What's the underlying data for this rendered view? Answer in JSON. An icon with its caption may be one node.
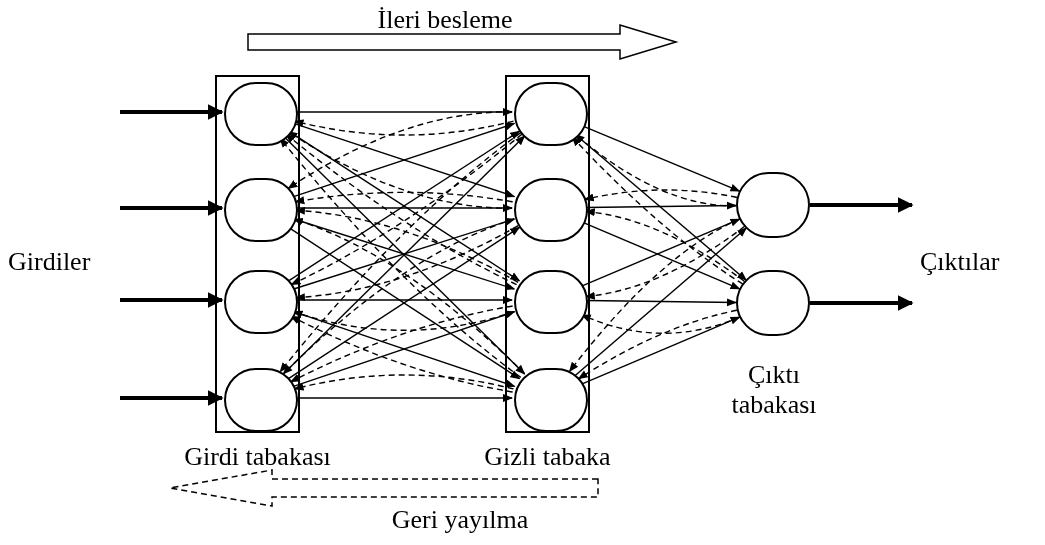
{
  "diagram": {
    "nodes": [
      {
        "text": [
          "Girdi tabakası"
        ]
      },
      {
        "text": [],
        "shape": "circle",
        "in": 0
      },
      {
        "text": [],
        "shape": "circle",
        "in": 0
      },
      {
        "text": [],
        "shape": "circle",
        "in": 0
      },
      {
        "text": [],
        "shape": "circle",
        "in": 0
      },
      {
        "text": [
          "Gizli tabaka"
        ]
      },
      {
        "text": [],
        "shape": "circle",
        "in": 5
      },
      {
        "text": [],
        "shape": "circle",
        "in": 5
      },
      {
        "text": [],
        "shape": "circle",
        "in": 5
      },
      {
        "text": [],
        "shape": "circle",
        "in": 5
      },
      {
        "text": [],
        "shape": "circle"
      },
      {
        "text": [],
        "shape": "circle"
      }
    ],
    "edges": [
      {
        "from": null,
        "to": 1,
        "arrow": "to",
        "style": "thick"
      },
      {
        "from": null,
        "to": 2,
        "arrow": "to",
        "style": "thick"
      },
      {
        "from": null,
        "to": 3,
        "arrow": "to",
        "style": "thick"
      },
      {
        "from": null,
        "to": 4,
        "arrow": "to",
        "style": "thick"
      },
      {
        "from": 1,
        "to": 6,
        "arrow": "to"
      },
      {
        "from": 1,
        "to": 7,
        "arrow": "to"
      },
      {
        "from": 1,
        "to": 8,
        "arrow": "to"
      },
      {
        "from": 1,
        "to": 9,
        "arrow": "to"
      },
      {
        "from": 2,
        "to": 6,
        "arrow": "to"
      },
      {
        "from": 2,
        "to": 7,
        "arrow": "to"
      },
      {
        "from": 2,
        "to": 8,
        "arrow": "to"
      },
      {
        "from": 2,
        "to": 9,
        "arrow": "to"
      },
      {
        "from": 3,
        "to": 6,
        "arrow": "to"
      },
      {
        "from": 3,
        "to": 7,
        "arrow": "to"
      },
      {
        "from": 3,
        "to": 8,
        "arrow": "to"
      },
      {
        "from": 3,
        "to": 9,
        "arrow": "to"
      },
      {
        "from": 4,
        "to": 6,
        "arrow": "to"
      },
      {
        "from": 4,
        "to": 7,
        "arrow": "to"
      },
      {
        "from": 4,
        "to": 8,
        "arrow": "to"
      },
      {
        "from": 4,
        "to": 9,
        "arrow": "to"
      },
      {
        "from": 6,
        "to": 10,
        "arrow": "to"
      },
      {
        "from": 6,
        "to": 11,
        "arrow": "to"
      },
      {
        "from": 7,
        "to": 10,
        "arrow": "to"
      },
      {
        "from": 7,
        "to": 11,
        "arrow": "to"
      },
      {
        "from": 8,
        "to": 10,
        "arrow": "to"
      },
      {
        "from": 8,
        "to": 11,
        "arrow": "to"
      },
      {
        "from": 9,
        "to": 10,
        "arrow": "to"
      },
      {
        "from": 9,
        "to": 11,
        "arrow": "to"
      },
      {
        "from": 6,
        "to": 1,
        "arrow": "to",
        "style": "dashed"
      },
      {
        "from": 6,
        "to": 2,
        "arrow": "to",
        "style": "dashed"
      },
      {
        "from": 6,
        "to": 3,
        "arrow": "to",
        "style": "dashed"
      },
      {
        "from": 6,
        "to": 4,
        "arrow": "to",
        "style": "dashed"
      },
      {
        "from": 7,
        "to": 1,
        "arrow": "to",
        "style": "dashed"
      },
      {
        "from": 7,
        "to": 2,
        "arrow": "to",
        "style": "dashed"
      },
      {
        "from": 7,
        "to": 3,
        "arrow": "to",
        "style": "dashed"
      },
      {
        "from": 7,
        "to": 4,
        "arrow": "to",
        "style": "dashed"
      },
      {
        "from": 8,
        "to": 1,
        "arrow": "to",
        "style": "dashed"
      },
      {
        "from": 8,
        "to": 2,
        "arrow": "to",
        "style": "dashed"
      },
      {
        "from": 8,
        "to": 3,
        "arrow": "to",
        "style": "dashed"
      },
      {
        "from": 8,
        "to": 4,
        "arrow": "to",
        "style": "dashed"
      },
      {
        "from": 9,
        "to": 1,
        "arrow": "to",
        "style": "dashed"
      },
      {
        "from": 9,
        "to": 2,
        "arrow": "to",
        "style": "dashed"
      },
      {
        "from": 9,
        "to": 3,
        "arrow": "to",
        "style": "dashed"
      },
      {
        "from": 9,
        "to": 4,
        "arrow": "to",
        "style": "dashed"
      },
      {
        "from": 10,
        "to": 6,
        "arrow": "to",
        "style": "dashed"
      },
      {
        "from": 10,
        "to": 7,
        "arrow": "to",
        "style": "dashed"
      },
      {
        "from": 10,
        "to": 8,
        "arrow": "to",
        "style": "dashed"
      },
      {
        "from": 10,
        "to": 9,
        "arrow": "to",
        "style": "dashed"
      },
      {
        "from": 11,
        "to": 6,
        "arrow": "to",
        "style": "dashed"
      },
      {
        "from": 11,
        "to": 7,
        "arrow": "to",
        "style": "dashed"
      },
      {
        "from": 11,
        "to": 8,
        "arrow": "to",
        "style": "dashed"
      },
      {
        "from": 11,
        "to": 9,
        "arrow": "to",
        "style": "dashed"
      },
      {
        "from": 10,
        "to": null,
        "arrow": "to",
        "style": "thick"
      },
      {
        "from": 11,
        "to": null,
        "arrow": "to",
        "style": "thick"
      }
    ],
    "labels": [
      "İleri besleme",
      "Girdiler",
      "Çıktılar",
      "Çıktı tabakası",
      "Geri yayılma"
    ]
  }
}
